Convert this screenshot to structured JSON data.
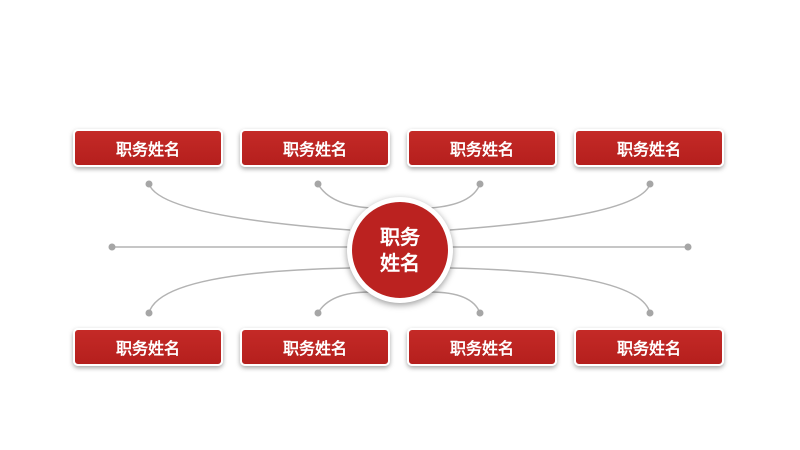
{
  "center": {
    "line1": "职务",
    "line2": "姓名"
  },
  "top_nodes": [
    {
      "label": "职务姓名"
    },
    {
      "label": "职务姓名"
    },
    {
      "label": "职务姓名"
    },
    {
      "label": "职务姓名"
    }
  ],
  "bottom_nodes": [
    {
      "label": "职务姓名"
    },
    {
      "label": "职务姓名"
    },
    {
      "label": "职务姓名"
    },
    {
      "label": "职务姓名"
    }
  ],
  "colors": {
    "node_fill": "#bb2220",
    "connector": "#b3b3b3",
    "text": "#ffffff"
  }
}
